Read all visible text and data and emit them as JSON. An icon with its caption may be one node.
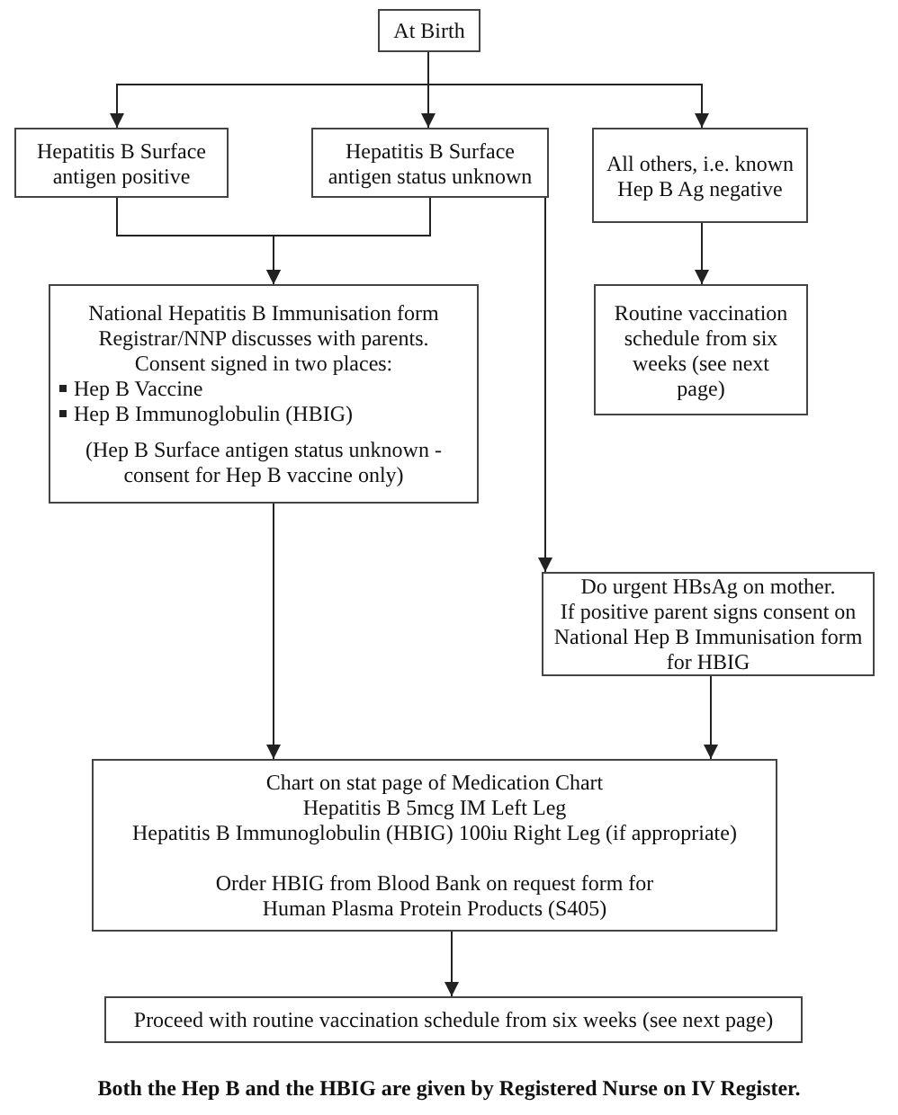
{
  "diagram": {
    "nodes": [
      {
        "text": [
          "At Birth"
        ]
      },
      {
        "text": [
          "Hepatitis B Surface antigen positive"
        ]
      },
      {
        "text": [
          "Hepatitis B Surface antigen status unknown"
        ]
      },
      {
        "text": [
          "All others, i.e. known Hep B Ag negative"
        ]
      },
      {
        "text": [
          "National Hepatitis B Immunisation form",
          "Registrar/NNP discusses with parents.",
          "Consent signed in two places:",
          "Hep B Vaccine",
          "Hep B Immunoglobulin (HBIG)",
          "(Hep B Surface antigen status unknown - consent for Hep B vaccine only)"
        ]
      },
      {
        "text": [
          "Routine vaccination schedule from six weeks (see next page)"
        ]
      },
      {
        "text": [
          "Do urgent HBsAg on mother.",
          "If positive parent signs consent on National Hep B Immunisation form for HBIG"
        ]
      },
      {
        "text": [
          "Chart on stat page of Medication Chart",
          "Hepatitis B 5mcg IM Left Leg",
          "Hepatitis B Immunoglobulin (HBIG) 100iu Right Leg (if appropriate)",
          "Order HBIG from Blood Bank on request form for Human Plasma Protein Products (S405)"
        ]
      },
      {
        "text": [
          "Proceed with routine vaccination schedule from six weeks (see next page)"
        ]
      }
    ],
    "edges": [
      {
        "from": 0,
        "to": 1,
        "arrow": "to"
      },
      {
        "from": 0,
        "to": 2,
        "arrow": "to"
      },
      {
        "from": 0,
        "to": 3,
        "arrow": "to"
      },
      {
        "from": 1,
        "to": 4,
        "arrow": "to"
      },
      {
        "from": 2,
        "to": 4,
        "arrow": "to"
      },
      {
        "from": 2,
        "to": 6,
        "arrow": "to"
      },
      {
        "from": 3,
        "to": 5,
        "arrow": "to"
      },
      {
        "from": 4,
        "to": 7,
        "arrow": "to"
      },
      {
        "from": 6,
        "to": 7,
        "arrow": "to"
      },
      {
        "from": 7,
        "to": 8,
        "arrow": "to"
      }
    ],
    "caption": "Both the Hep B and the HBIG are given by Registered Nurse on IV Register."
  }
}
